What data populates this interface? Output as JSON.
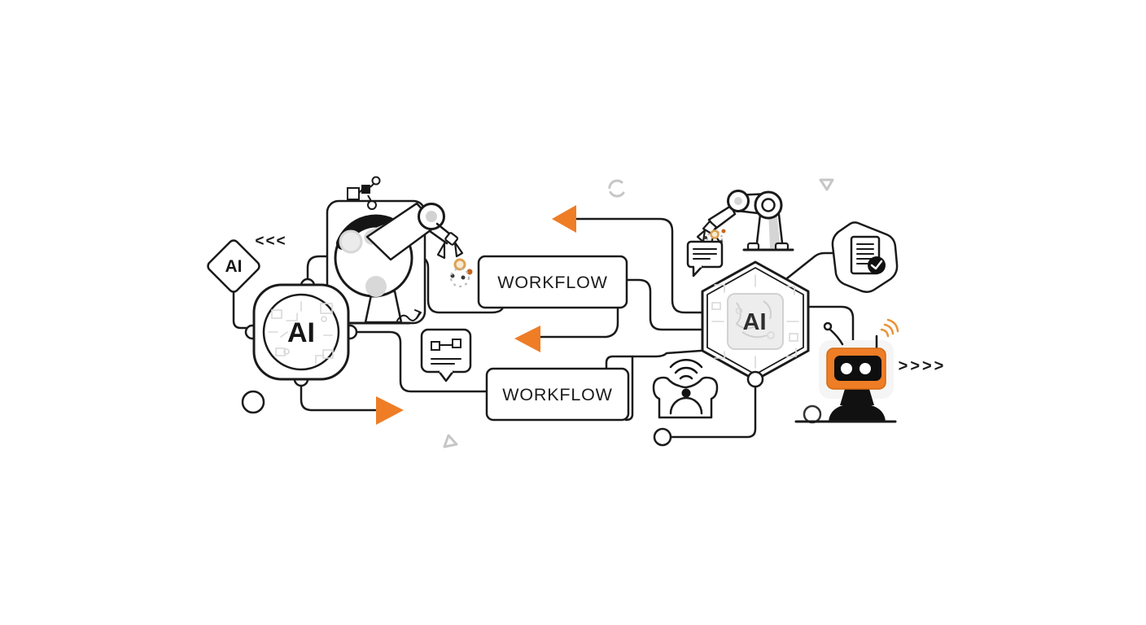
{
  "illustration": {
    "title": "AI workflow automation illustration",
    "labels": {
      "diamond_ai": "AI",
      "core_badge_ai": "AI",
      "hexagon_chip_ai": "AI",
      "workflow_box_1": "WORKFLOW",
      "workflow_box_2": "WORKFLOW",
      "chevrons_left": "<<<",
      "chevrons_right": ">>>>"
    },
    "colors": {
      "accent_orange": "#EE7D26",
      "accent_orange_soft": "#E8953C",
      "particle_orange": "#C4651B",
      "line_black": "#1A1A1A",
      "light_gray": "#D8D8D8",
      "background": "#FFFFFF"
    },
    "icons": {
      "left_robot_arm": "robot-arm-icon",
      "right_robot_arm": "robot-arm-icon",
      "ai_diamond": "ai-diamond-icon",
      "ai_core_badge": "ai-core-circuit-icon",
      "ai_hexagon": "ai-chip-hexagon-icon",
      "note_bubble": "node-note-bubble-icon",
      "chat_bubble": "chat-message-icon",
      "document_check": "document-check-icon",
      "robot_head": "robot-assistant-icon",
      "smart_home": "smart-home-device-icon",
      "molecule": "linked-nodes-icon",
      "loader": "loading-arc-icon",
      "triangle_top": "triangle-marker-icon",
      "triangle_bottom": "triangle-marker-icon",
      "wifi_left": "wifi-signal-icon",
      "wifi_robot": "wifi-signal-icon"
    }
  }
}
